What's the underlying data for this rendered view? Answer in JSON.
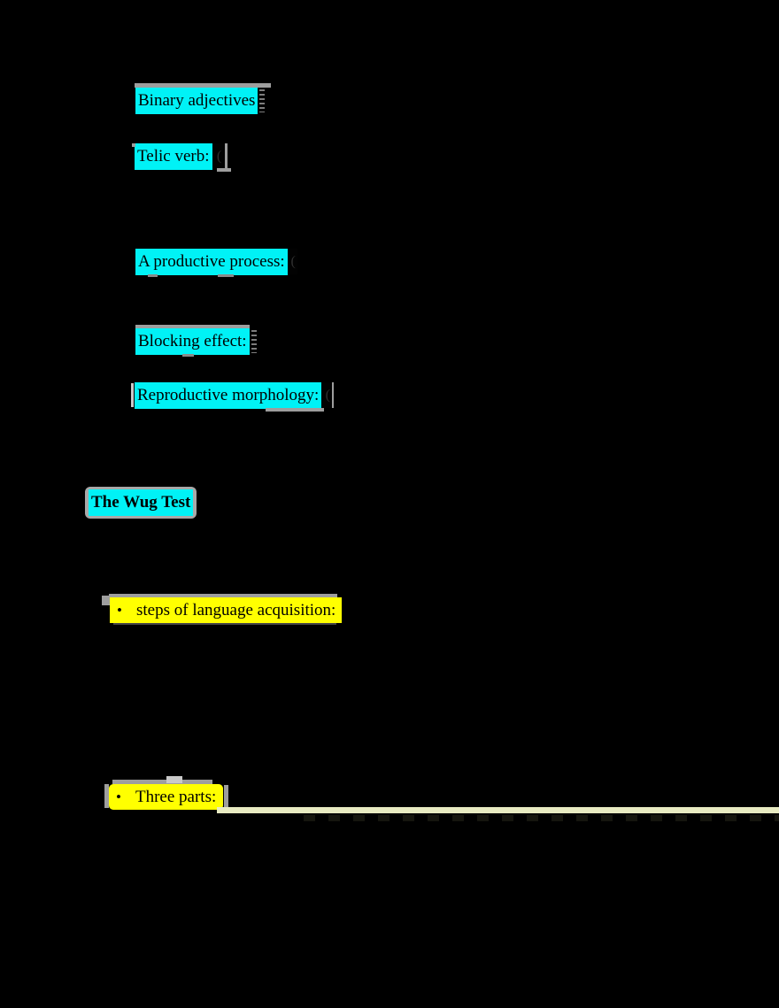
{
  "document": {
    "background_color": "#000000",
    "highlight_colors": {
      "cyan": "#00f2f6",
      "yellow": "#ffff00",
      "residual_strip": "#e8ebc2"
    },
    "terms": [
      {
        "label": "Binary adjectives"
      },
      {
        "label": "Telic verb:"
      },
      {
        "label": "A productive process:"
      },
      {
        "label": "Blocking effect:"
      },
      {
        "label": "Reproductive morphology:"
      }
    ],
    "heading": {
      "label": "The Wug Test"
    },
    "bullets": [
      {
        "marker": "•",
        "label": "steps of language acquisition:"
      },
      {
        "marker": "•",
        "label": "Three parts:"
      }
    ],
    "hidden_mark_glyph": "("
  }
}
